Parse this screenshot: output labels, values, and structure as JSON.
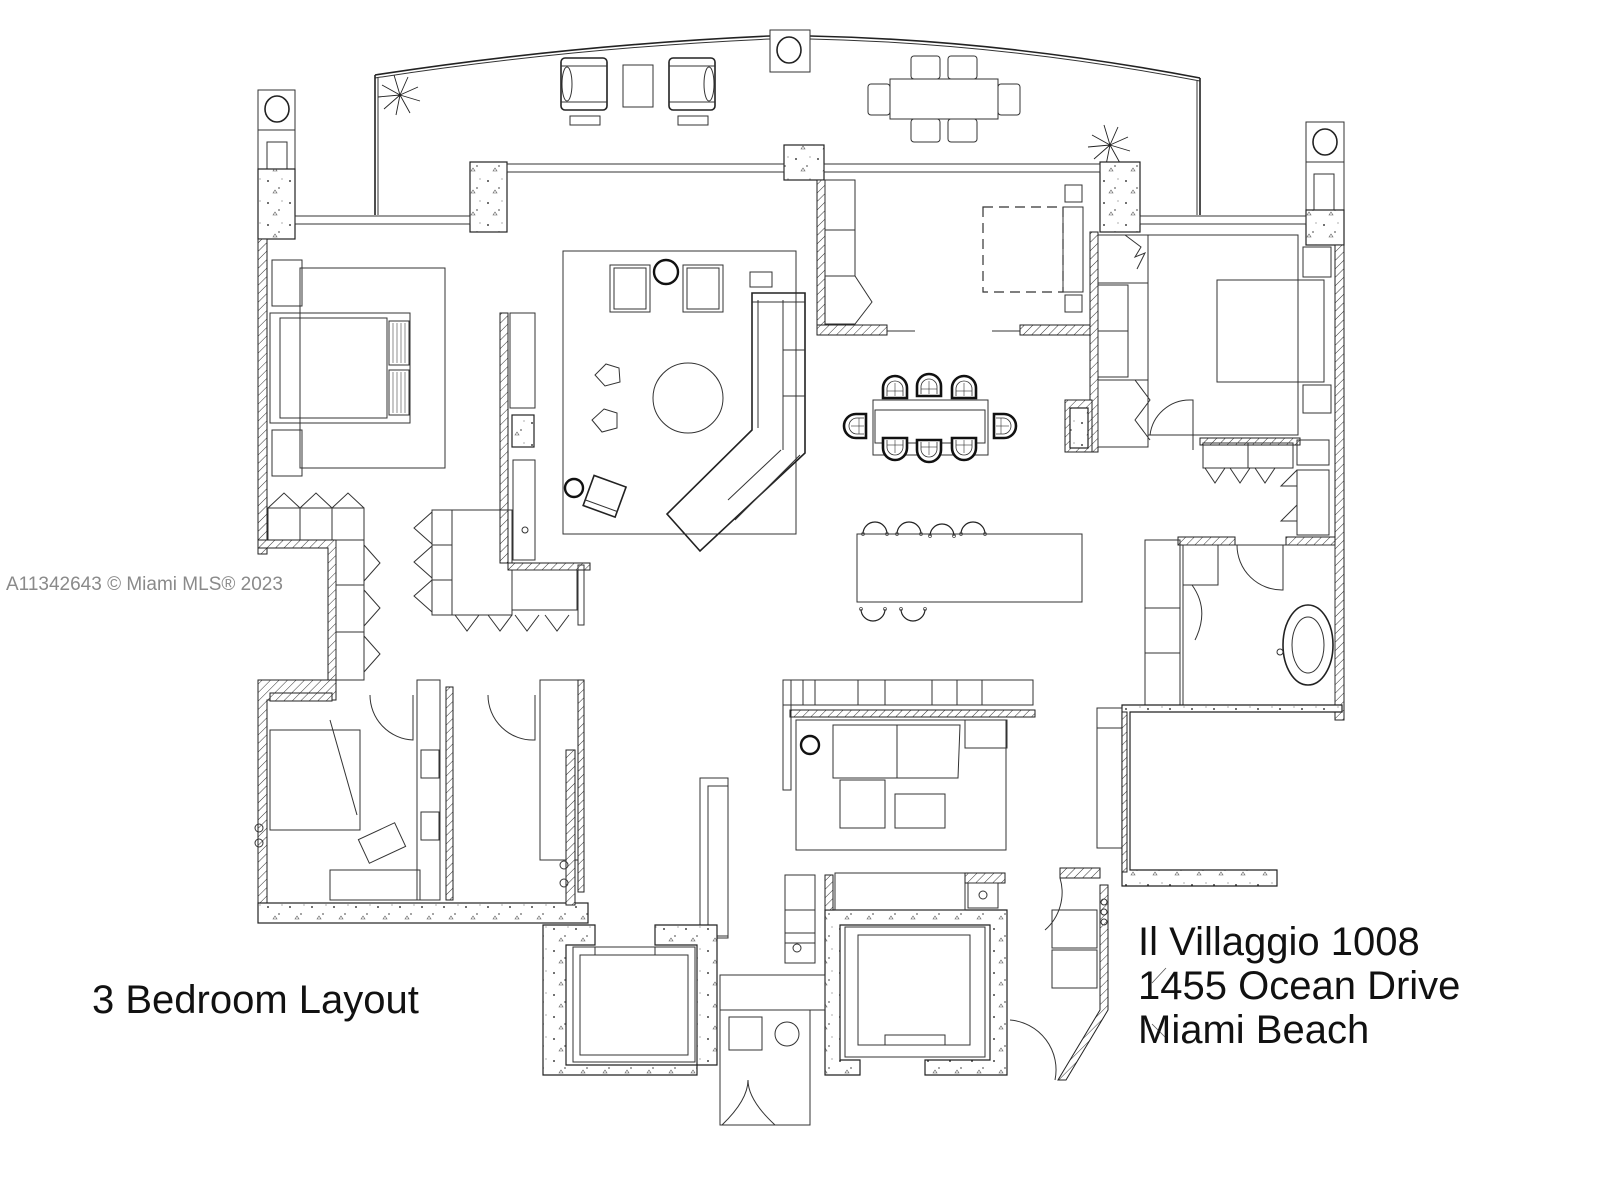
{
  "watermark": {
    "text": "A11342643 © Miami MLS® 2023",
    "color": "#8a8a8a"
  },
  "title": {
    "layout": "3 Bedroom Layout"
  },
  "address": {
    "line1": "Il Villaggio 1008",
    "line2": "1455 Ocean Drive",
    "line3": "Miami Beach"
  },
  "plan": {
    "background": "#ffffff",
    "line_color": "#222222",
    "rooms": [
      {
        "name": "terrace",
        "furniture": [
          "lounge-chair",
          "side-table",
          "lounge-chair",
          "outdoor-dining-table-6",
          "planter",
          "planter"
        ]
      },
      {
        "name": "bedroom-2",
        "furniture": [
          "bed",
          "nightstand",
          "nightstand",
          "rug",
          "closet"
        ]
      },
      {
        "name": "living-room",
        "furniture": [
          "armchair",
          "armchair",
          "side-table",
          "coffee-table-round",
          "sectional-sofa",
          "ottoman",
          "ottoman",
          "lounge-chair",
          "rug"
        ]
      },
      {
        "name": "dining-area",
        "furniture": [
          "dining-table",
          "dining-chair-x8"
        ]
      },
      {
        "name": "kitchen-island",
        "furniture": [
          "island",
          "bar-stool-x6"
        ]
      },
      {
        "name": "master-bedroom",
        "furniture": [
          "bed",
          "nightstand",
          "nightstand",
          "closet",
          "tv-unit"
        ]
      },
      {
        "name": "master-bath",
        "furniture": [
          "bathtub",
          "vanity",
          "shower"
        ]
      },
      {
        "name": "family-room",
        "furniture": [
          "sofa",
          "ottoman",
          "ottoman",
          "side-table",
          "rug"
        ]
      },
      {
        "name": "kitchen",
        "furniture": [
          "counter",
          "double-sink"
        ]
      },
      {
        "name": "bedroom-3",
        "furniture": [
          "bed",
          "desk",
          "chair"
        ]
      },
      {
        "name": "bath-2",
        "furniture": [
          "double-vanity"
        ]
      },
      {
        "name": "elevator-1",
        "furniture": []
      },
      {
        "name": "elevator-2",
        "furniture": []
      },
      {
        "name": "foyer",
        "furniture": [
          "console",
          "round-table"
        ]
      },
      {
        "name": "laundry",
        "furniture": [
          "washer",
          "dryer"
        ]
      }
    ]
  }
}
